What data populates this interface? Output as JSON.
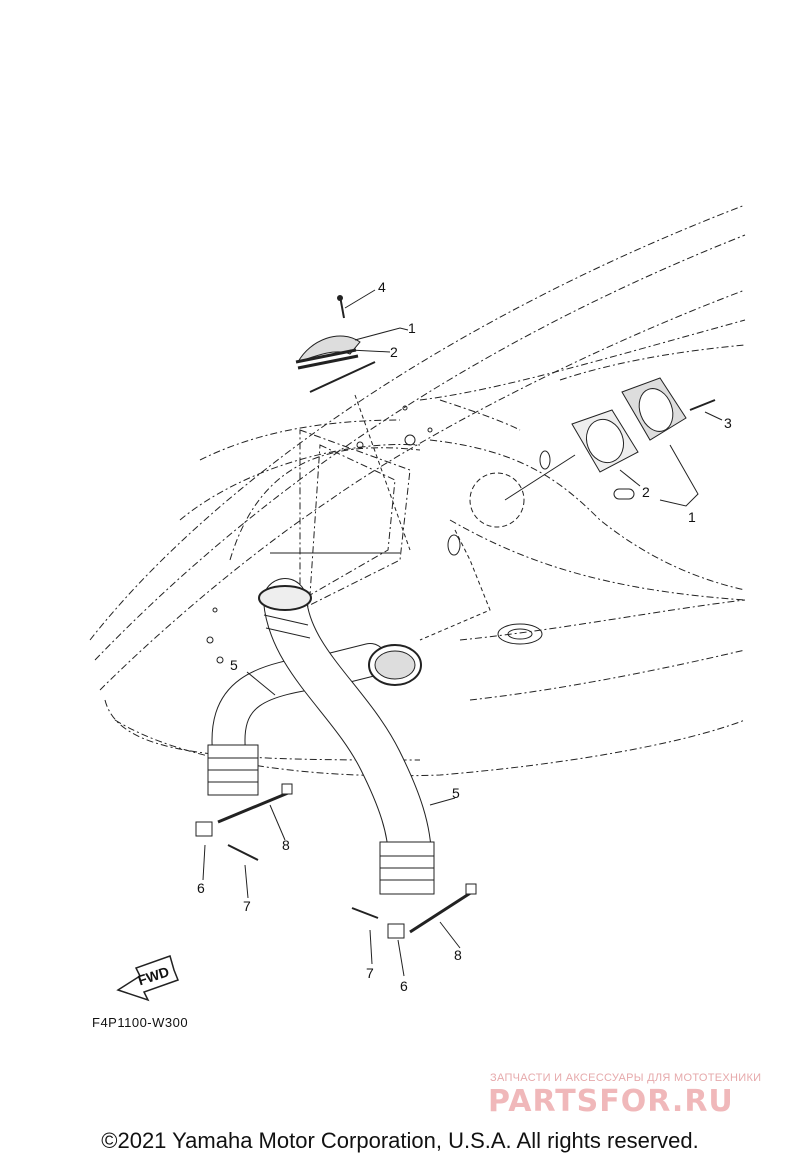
{
  "diagram": {
    "callouts": {
      "c1_top": "1",
      "c2_top": "2",
      "c4": "4",
      "c3": "3",
      "c2_right": "2",
      "c1_right": "1",
      "c5_left": "5",
      "c5_right": "5",
      "c8_left": "8",
      "c6_left": "6",
      "c7_left": "7",
      "c7_bottom": "7",
      "c6_bottom": "6",
      "c8_bottom": "8"
    },
    "fwd_label": "FWD",
    "code": "F4P1100-W300"
  },
  "watermark": {
    "subtitle": "ЗАПЧАСТИ И АКСЕССУАРЫ ДЛЯ МОТОТЕХНИКИ",
    "logo": "PARTSFOR.RU"
  },
  "copyright": "©2021 Yamaha Motor Corporation, U.S.A. All rights reserved."
}
